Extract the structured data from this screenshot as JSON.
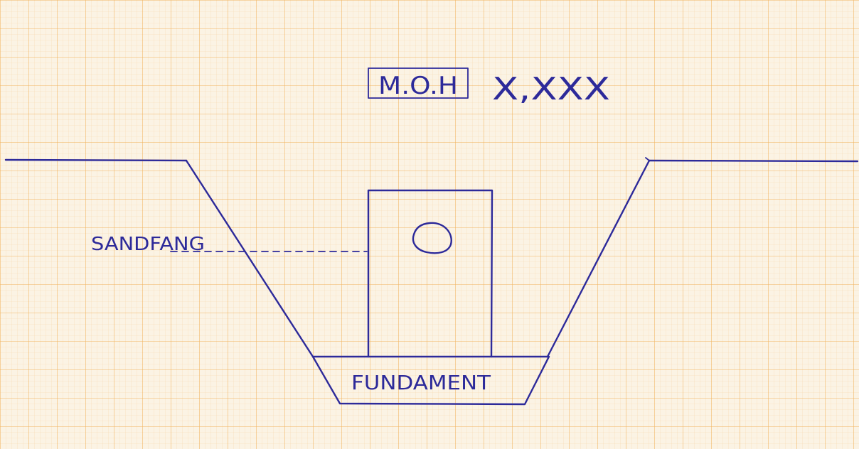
{
  "paper": {
    "background_color": "#fbf3e4",
    "grid_color": "#f0a644",
    "ink_color": "#2d2a9a"
  },
  "level_box": {
    "label": "M.O.H",
    "value": "X,XXX"
  },
  "labels": {
    "sandfang": "SANDFANG",
    "fundament": "FUNDAMENT"
  },
  "icons": {
    "opening": "circle-icon"
  }
}
